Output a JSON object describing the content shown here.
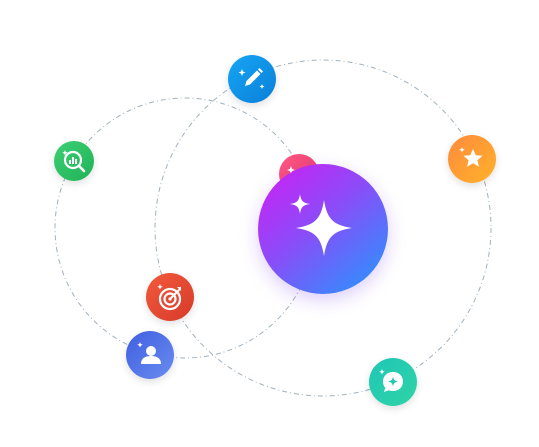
{
  "hub": {
    "icon": "sparkle-icon",
    "colors": [
      "#d21cf4",
      "#8b4cf8",
      "#1f9bff"
    ]
  },
  "satellites": [
    {
      "id": "pencil",
      "icon": "pencil-sparkle-icon",
      "color": "#16a6f5"
    },
    {
      "id": "chart",
      "icon": "magnifier-chart-icon",
      "color": "#3dcf74"
    },
    {
      "id": "star",
      "icon": "star-sparkle-icon",
      "color": "#ff8a3d"
    },
    {
      "id": "target",
      "icon": "target-arrow-icon",
      "color": "#e24a33"
    },
    {
      "id": "user",
      "icon": "user-sparkle-icon",
      "color": "#4a68e4"
    },
    {
      "id": "chat",
      "icon": "chat-sparkle-icon",
      "color": "#1fc7b6"
    },
    {
      "id": "pink",
      "icon": "sparkle-icon",
      "color": "#ff5a84"
    }
  ]
}
